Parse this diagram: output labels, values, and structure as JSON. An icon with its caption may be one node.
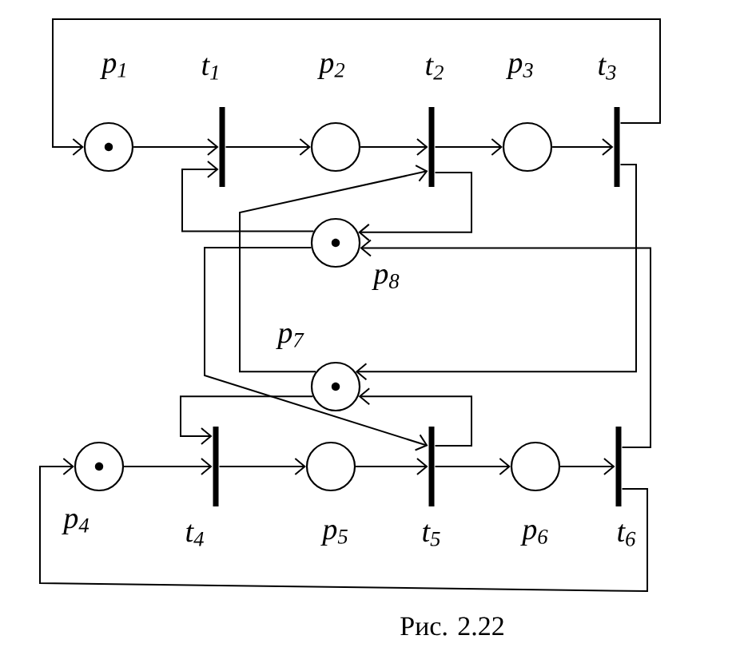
{
  "diagram": {
    "caption": "Рис. 2.22",
    "nodes": [
      {
        "text": [],
        "shape": "circle",
        "beside": [
          "p$_{1}$"
        ]
      },
      {
        "text": [],
        "shape": "bar",
        "beside": [
          "t$_{1}$"
        ]
      },
      {
        "text": [],
        "shape": "circle",
        "beside": [
          "p$_{2}$"
        ]
      },
      {
        "text": [],
        "shape": "bar",
        "beside": [
          "t$_{2}$"
        ]
      },
      {
        "text": [],
        "shape": "circle",
        "beside": [
          "p$_{3}$"
        ]
      },
      {
        "text": [],
        "shape": "bar",
        "beside": [
          "t$_{3}$"
        ]
      },
      {
        "text": [],
        "shape": "circle",
        "beside": [
          "p$_{8}$"
        ]
      },
      {
        "text": [],
        "shape": "circle",
        "beside": [
          "p$_{7}$"
        ]
      },
      {
        "text": [],
        "shape": "circle",
        "beside": [
          "p$_{4}$"
        ]
      },
      {
        "text": [],
        "shape": "bar",
        "beside": [
          "t$_{4}$"
        ]
      },
      {
        "text": [],
        "shape": "circle",
        "beside": [
          "p$_{5}$"
        ]
      },
      {
        "text": [],
        "shape": "bar",
        "beside": [
          "t$_{5}$"
        ]
      },
      {
        "text": [],
        "shape": "circle",
        "beside": [
          "p$_{6}$"
        ]
      },
      {
        "text": [],
        "shape": "bar",
        "beside": [
          "t$_{6}$"
        ]
      }
    ],
    "edges": [
      {
        "from": 0,
        "to": 1,
        "arrow": "to"
      },
      {
        "from": 1,
        "to": 2,
        "arrow": "to"
      },
      {
        "from": 2,
        "to": 3,
        "arrow": "to"
      },
      {
        "from": 3,
        "to": 4,
        "arrow": "to"
      },
      {
        "from": 4,
        "to": 5,
        "arrow": "to"
      },
      {
        "from": 5,
        "to": 0,
        "arrow": "to"
      },
      {
        "from": 6,
        "to": 1,
        "arrow": "to"
      },
      {
        "from": 3,
        "to": 6,
        "arrow": "to"
      },
      {
        "from": 7,
        "to": 3,
        "arrow": "to"
      },
      {
        "from": 6,
        "to": 11,
        "arrow": "to"
      },
      {
        "from": 5,
        "to": 7,
        "arrow": "to"
      },
      {
        "from": 13,
        "to": 6,
        "arrow": "to"
      },
      {
        "from": 8,
        "to": 9,
        "arrow": "to"
      },
      {
        "from": 9,
        "to": 10,
        "arrow": "to"
      },
      {
        "from": 10,
        "to": 11,
        "arrow": "to"
      },
      {
        "from": 11,
        "to": 12,
        "arrow": "to"
      },
      {
        "from": 12,
        "to": 13,
        "arrow": "to"
      },
      {
        "from": 13,
        "to": 8,
        "arrow": "to"
      },
      {
        "from": 7,
        "to": 9,
        "arrow": "to"
      },
      {
        "from": 11,
        "to": 7,
        "arrow": "to"
      }
    ]
  }
}
